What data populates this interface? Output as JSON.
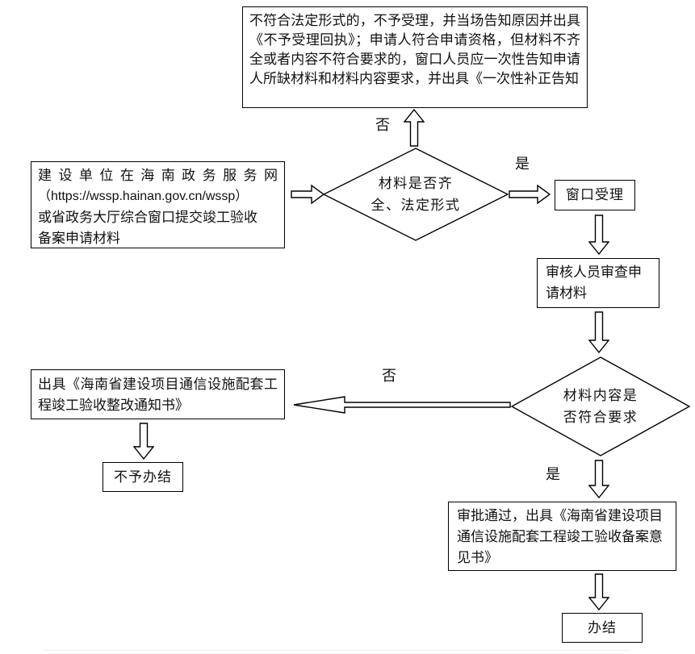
{
  "flowchart": {
    "nodes": {
      "reject_notice": {
        "text": "不符合法定形式的，不予受理，并当场告知原因并出具《不予受理回执》；申请人符合申请资格，但材料不齐全或者内容不符合要求的，窗口人员应一次性告知申请人所缺材料和材料内容要求，并出具《一次性补正告知"
      },
      "submit": {
        "lines": [
          "建设单位在海南政务服务网",
          "（https://wssp.hainan.gov.cn/wssp）",
          "或省政务大厅综合窗口提交竣工验收",
          "备案申请材料"
        ]
      },
      "decision_materials": {
        "text": "材料是否齐\n全、法定形式"
      },
      "window_accept": {
        "text": "窗口受理"
      },
      "review": {
        "text": "审核人员审查申请材料"
      },
      "decision_content": {
        "text": "材料内容是\n否符合要求"
      },
      "rectify_notice": {
        "text": "出具《海南省建设项目通信设施配套工程竣工验收整改通知书》"
      },
      "not_complete": {
        "text": "不予办结"
      },
      "approve": {
        "text": "审批通过，出具《海南省建设项目通信设施配套工程竣工验收备案意见书》"
      },
      "complete": {
        "text": "办结"
      }
    },
    "labels": {
      "no_top": "否",
      "yes_right": "是",
      "no_left": "否",
      "yes_bottom": "是"
    },
    "colors": {
      "border": "#000000",
      "text": "#111111",
      "background": "#ffffff"
    }
  }
}
